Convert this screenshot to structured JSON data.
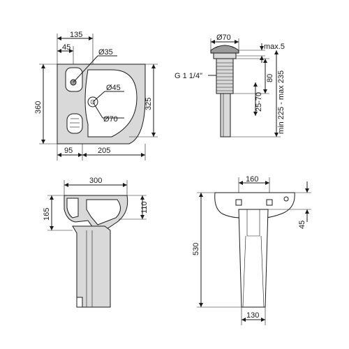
{
  "dims": {
    "top_view": {
      "overall_width": "135",
      "tap_offset": "45",
      "tap_hole": "Ø35",
      "height_left": "360",
      "height_right": "325",
      "drain_hole": "Ø45",
      "bowl_dia": "Ø70",
      "bottom_left": "95",
      "bottom_right": "205"
    },
    "drain": {
      "top_dia": "Ø70",
      "max_gap": "max.5",
      "thread": "G 1 1/4\"",
      "height_80": "80",
      "range_25_70": "25-70",
      "range_total": "min 225 - max 235"
    },
    "side_view": {
      "width": "300",
      "depth_left": "165",
      "depth_right": "110"
    },
    "front_view": {
      "top_width": "160",
      "right_45": "45",
      "total_height": "530",
      "base_width": "130"
    }
  },
  "colors": {
    "line": "#1a1a1a",
    "fill": "#d9d9d9"
  }
}
